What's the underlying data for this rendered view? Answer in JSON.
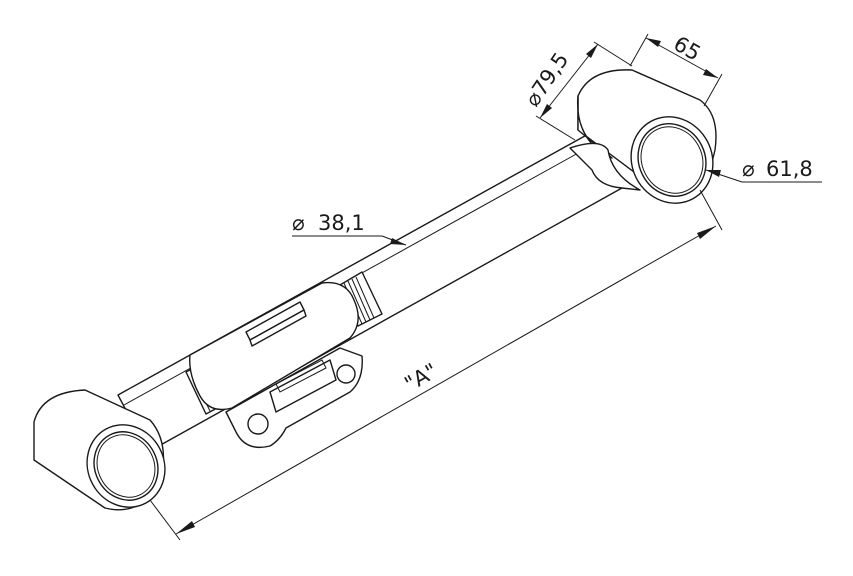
{
  "dimensions": {
    "bore_outer_diameter": "79,5",
    "bore_width": "65",
    "bore_inner_diameter": "61,8",
    "tube_diameter": "38,1",
    "overall_length": "\"A\""
  },
  "symbols": {
    "diameter": "⌀"
  }
}
